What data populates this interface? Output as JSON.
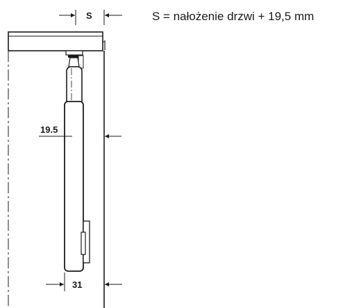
{
  "formula": "S = nałożenie drzwi + 19,5 mm",
  "dimensions": {
    "s_label": "S",
    "offset_label": "19.5",
    "width_label": "31"
  }
}
